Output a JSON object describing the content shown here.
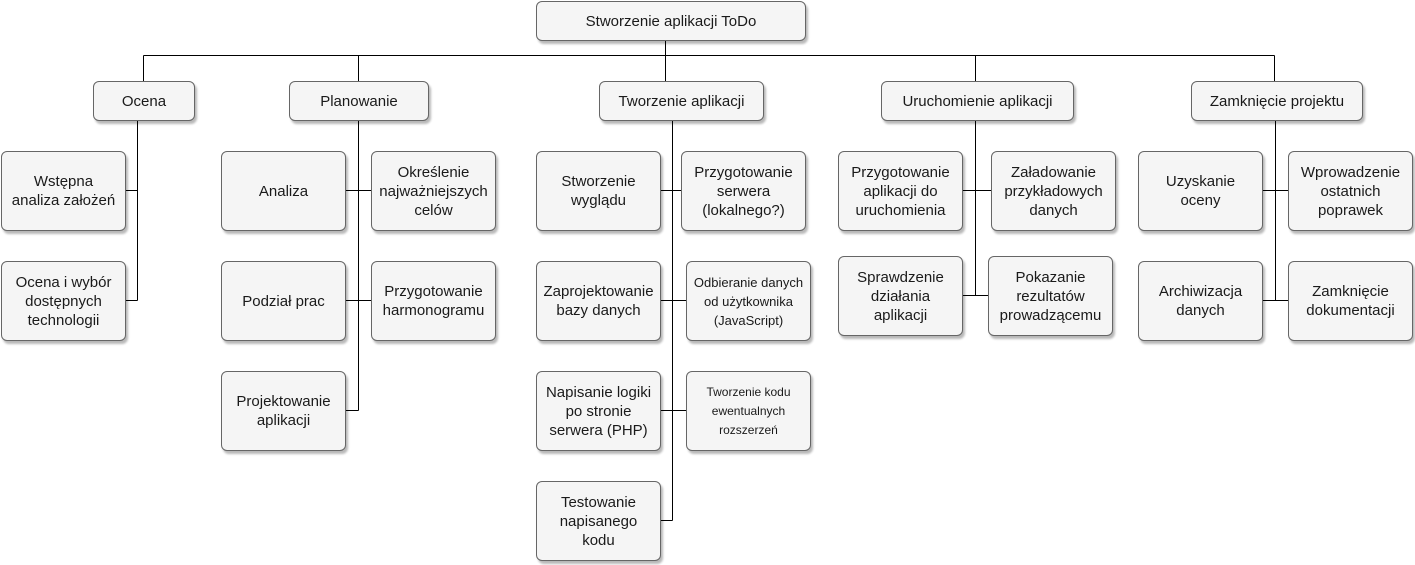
{
  "root": {
    "label": "Stworzenie aplikacji ToDo"
  },
  "phases": [
    {
      "label": "Ocena",
      "tasks": [
        "Wstępna\nanaliza założeń",
        "Ocena i wybór\ndostępnych\ntechnologii"
      ]
    },
    {
      "label": "Planowanie",
      "tasks": [
        "Analiza",
        "Określenie\nnajważniejszych\ncelów",
        "Podział prac",
        "Przygotowanie\nharmonogramu",
        "Projektowanie\naplikacji"
      ]
    },
    {
      "label": "Tworzenie aplikacji",
      "tasks": [
        "Stworzenie\nwyglądu",
        "Przygotowanie\nserwera\n(lokalnego?)",
        "Zaprojektowanie\nbazy danych",
        "Odbieranie danych\nod użytkownika\n(JavaScript)",
        "Napisanie logiki\npo stronie\nserwera (PHP)",
        "Tworzenie kodu\newentualnych\nrozszerzeń",
        "Testowanie\nnapisanego\nkodu"
      ]
    },
    {
      "label": "Uruchomienie aplikacji",
      "tasks": [
        "Przygotowanie\naplikacji do\nuruchomienia",
        "Załadowanie\nprzykładowych\ndanych",
        "Sprawdzenie\ndziałania\naplikacji",
        "Pokazanie\nrezultatów\nprowadzącemu"
      ]
    },
    {
      "label": "Zamknięcie projektu",
      "tasks": [
        "Uzyskanie\noceny",
        "Wprowadzenie\nostatnich\npoprawek",
        "Archiwizacja\ndanych",
        "Zamknięcie\ndokumentacji"
      ]
    }
  ]
}
